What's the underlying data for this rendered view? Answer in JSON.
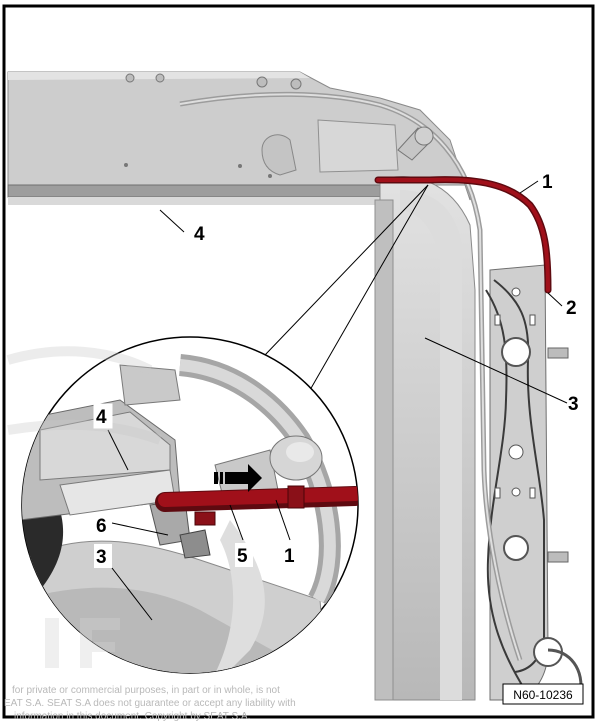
{
  "callouts": {
    "hose_outside": "1",
    "bracket_right": "2",
    "pillar_right": "3",
    "roof_rail_top": "4",
    "detail_rail": "4",
    "detail_clip": "6",
    "detail_pillar": "3",
    "detail_union": "5",
    "detail_hose": "1"
  },
  "figure_ref": "N60-10236",
  "watermark": {
    "line1": "for private or commercial purposes, in part or in whole, is not",
    "line2": "EAT S.A. SEAT S.A does not guarantee or accept any liability with",
    "line3": "information in this document. Copyright by SEAT S.A."
  },
  "colors": {
    "hose": "#a0101a",
    "metal": "#cfcfcf",
    "metal_dark": "#9a9a9a",
    "outline": "#000000"
  }
}
